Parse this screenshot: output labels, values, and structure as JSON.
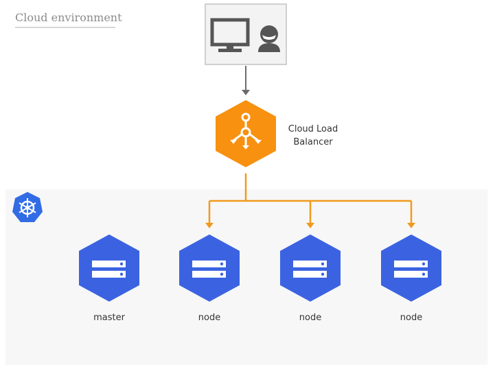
{
  "environment": {
    "label": "Cloud environment"
  },
  "client": {
    "monitor_icon": "monitor-icon",
    "user_icon": "user-icon"
  },
  "load_balancer": {
    "label": "Cloud Load Balancer",
    "line1": "Cloud Load",
    "line2": "Balancer",
    "icon": "load-balancer-icon",
    "color": "#f7910f"
  },
  "cluster": {
    "logo_icon": "kubernetes-logo-icon",
    "logo_color": "#326ce5",
    "server_icon": "server-icon",
    "nodes": [
      {
        "label": "master"
      },
      {
        "label": "node"
      },
      {
        "label": "node"
      },
      {
        "label": "node"
      }
    ]
  },
  "colors": {
    "node": "#3b63e1",
    "connector_orange": "#f09a1d",
    "connector_gray": "#6b6b6b"
  }
}
